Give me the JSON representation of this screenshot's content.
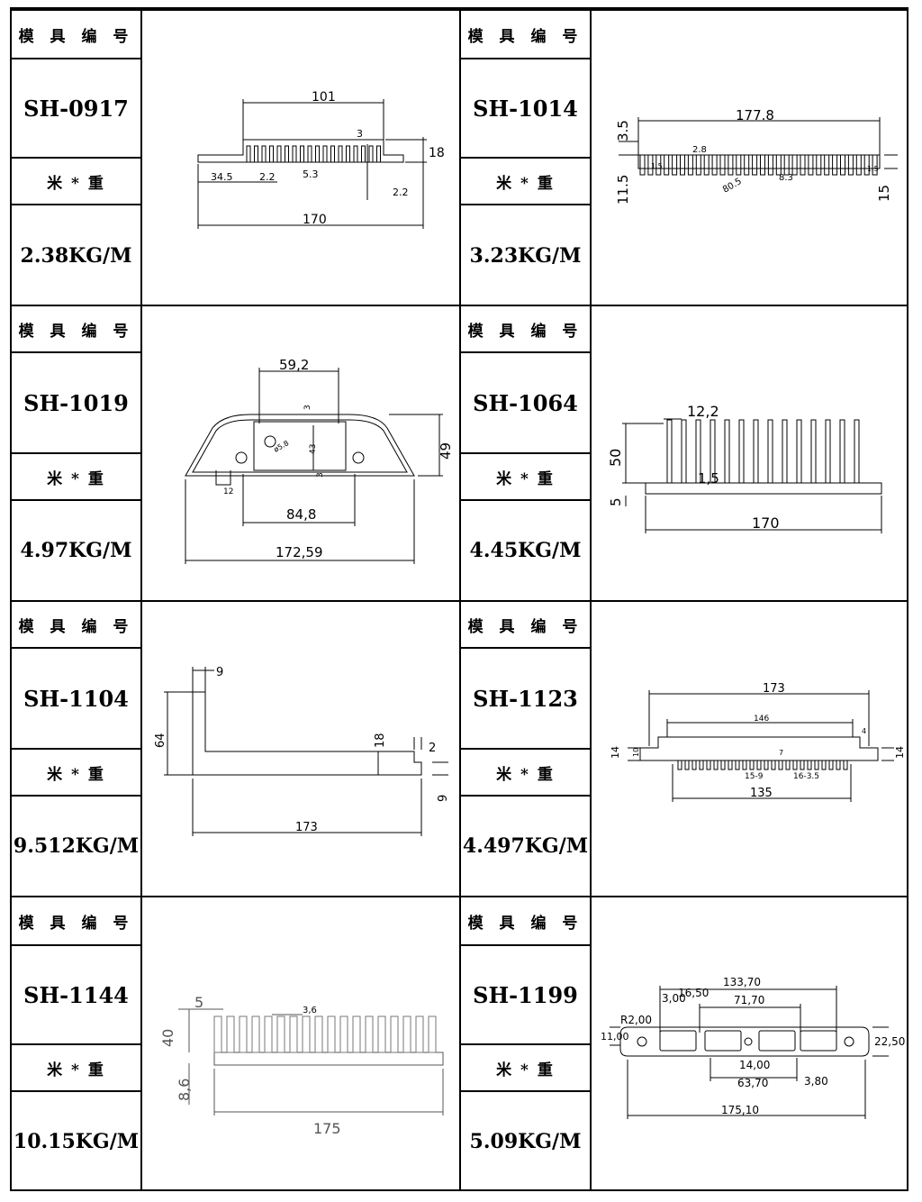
{
  "labels": {
    "mold_no": "模 具 编 号",
    "weight": "米 * 重"
  },
  "items": [
    {
      "code": "SH-0917",
      "weight": "2.38KG/M",
      "dims": {
        "a": "101",
        "b": "3",
        "c": "18",
        "d": "34.5",
        "e": "2.2",
        "f": "5.3",
        "g": "2.2",
        "h": "170"
      }
    },
    {
      "code": "SH-1014",
      "weight": "3.23KG/M",
      "dims": {
        "a": "177.8",
        "b": "3.5",
        "c": "2.8",
        "d": "11.5",
        "e": "80.5",
        "f": "8.3",
        "g": "15",
        "h": "1.5",
        "i": "1.5"
      }
    },
    {
      "code": "SH-1019",
      "weight": "4.97KG/M",
      "dims": {
        "a": "59,2",
        "b": "3",
        "c": "49",
        "d": "43",
        "e": "84,8",
        "f": "172,59",
        "g": "3",
        "h": "12",
        "i": "ø5.8"
      }
    },
    {
      "code": "SH-1064",
      "weight": "4.45KG/M",
      "dims": {
        "a": "12,2",
        "b": "50",
        "c": "1,5",
        "d": "5",
        "e": "170"
      }
    },
    {
      "code": "SH-1104",
      "weight": "9.512KG/M",
      "dims": {
        "a": "9",
        "b": "64",
        "c": "18",
        "d": "2",
        "e": "9",
        "f": "173"
      }
    },
    {
      "code": "SH-1123",
      "weight": "4.497KG/M",
      "dims": {
        "a": "173",
        "b": "146",
        "c": "4",
        "d": "14",
        "e": "10",
        "f": "14",
        "g": "15-9",
        "h": "16-3.5",
        "i": "135",
        "j": "7"
      }
    },
    {
      "code": "SH-1144",
      "weight": "10.15KG/M",
      "dims": {
        "a": "5",
        "b": "3,6",
        "c": "40",
        "d": "8,6",
        "e": "175"
      }
    },
    {
      "code": "SH-1199",
      "weight": "5.09KG/M",
      "dims": {
        "a": "133,70",
        "b": "3,00",
        "c": "16,50",
        "d": "71,70",
        "e": "R2,00",
        "f": "11,00",
        "g": "22,50",
        "h": "14,00",
        "i": "63,70",
        "j": "3,80",
        "k": "175,10"
      }
    }
  ]
}
